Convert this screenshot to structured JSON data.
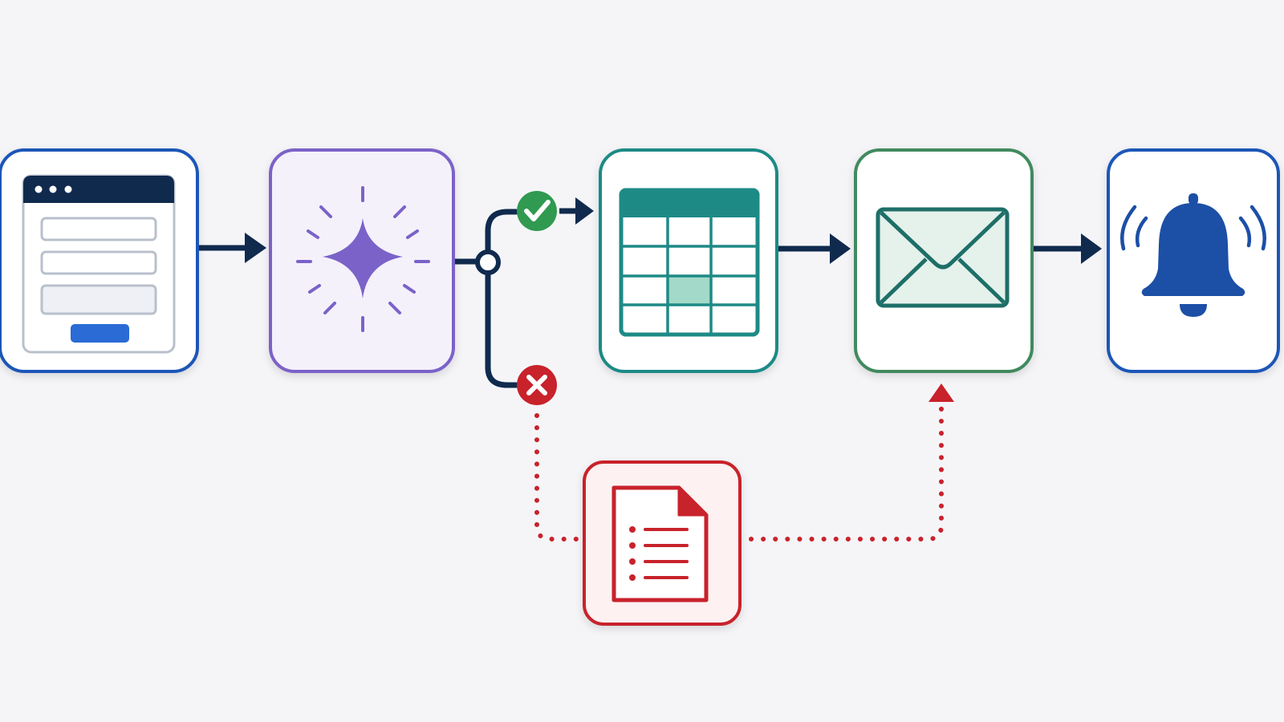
{
  "colors": {
    "background": "#f5f5f8",
    "dark_navy": "#102a4e",
    "form_blue": "#1f57b8",
    "ai_purple": "#7b62c8",
    "ai_bg": "#f4f1fb",
    "sheet_teal": "#1e8a86",
    "sheet_highlight": "#a3d9c9",
    "mail_green": "#3f8a5e",
    "mail_teal": "#1d6f68",
    "bell_blue": "#1c4fa6",
    "success_green": "#2f9a50",
    "error_red": "#c8222b",
    "doc_bg": "#fdf1f2"
  },
  "nodes": [
    {
      "id": "web-form",
      "icon": "web-form-icon"
    },
    {
      "id": "ai-processing",
      "icon": "ai-sparkle-icon"
    },
    {
      "id": "spreadsheet",
      "icon": "spreadsheet-icon"
    },
    {
      "id": "email",
      "icon": "envelope-icon"
    },
    {
      "id": "notification",
      "icon": "bell-icon"
    },
    {
      "id": "error-log",
      "icon": "document-icon"
    }
  ],
  "branches": [
    {
      "outcome": "success",
      "icon": "check-icon"
    },
    {
      "outcome": "failure",
      "icon": "x-icon"
    }
  ],
  "edges": [
    {
      "from": "web-form",
      "to": "ai-processing",
      "style": "solid"
    },
    {
      "from": "ai-processing",
      "to": "decision",
      "style": "solid"
    },
    {
      "from": "decision",
      "to": "spreadsheet",
      "style": "solid",
      "condition": "success"
    },
    {
      "from": "decision",
      "to": "error-log",
      "style": "dotted",
      "condition": "failure"
    },
    {
      "from": "spreadsheet",
      "to": "email",
      "style": "solid"
    },
    {
      "from": "error-log",
      "to": "email",
      "style": "dotted"
    },
    {
      "from": "email",
      "to": "notification",
      "style": "solid"
    }
  ]
}
